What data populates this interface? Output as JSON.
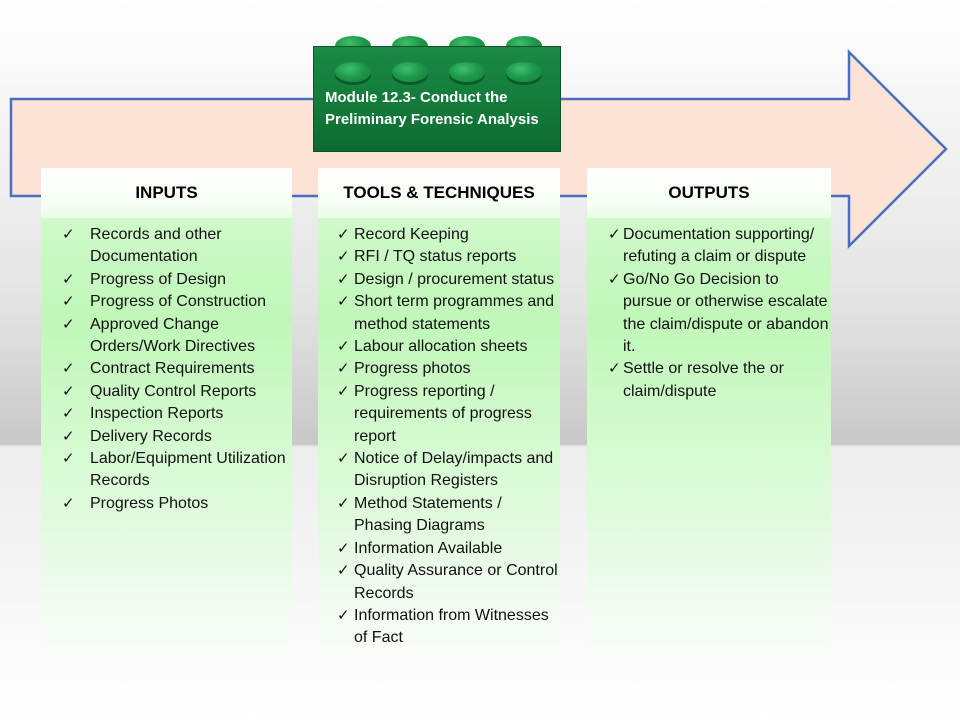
{
  "module": {
    "title": "Module 12.3- Conduct the Preliminary Forensic Analysis"
  },
  "colors": {
    "arrow_fill": "#fde3d5",
    "arrow_stroke": "#4a6fbe",
    "lego_green": "#13843e",
    "panel_green": "#c0f7b8"
  },
  "icons": {
    "check": "✓"
  },
  "panels": {
    "inputs": {
      "header": "INPUTS",
      "items": [
        "Records and other Documentation",
        "Progress of Design",
        "Progress of Construction",
        "Approved Change Orders/Work Directives",
        "Contract Requirements",
        "Quality Control Reports",
        "Inspection Reports",
        "Delivery Records",
        "Labor/Equipment Utilization Records",
        "Progress Photos"
      ]
    },
    "tools": {
      "header": "TOOLS & TECHNIQUES",
      "items": [
        "Record Keeping",
        "RFI / TQ status reports",
        "Design / procurement status",
        "Short term programmes and method statements",
        "Labour allocation sheets",
        "Progress photos",
        "Progress reporting / requirements of progress report",
        "Notice of Delay/impacts and Disruption Registers",
        "Method Statements / Phasing Diagrams",
        "Information Available",
        "Quality Assurance or Control Records",
        "Information from Witnesses of Fact"
      ]
    },
    "outputs": {
      "header": "OUTPUTS",
      "items": [
        "Documentation supporting/ refuting a claim or dispute",
        "Go/No Go Decision to pursue or otherwise escalate the claim/dispute or abandon it.",
        "Settle or resolve the or claim/dispute"
      ]
    }
  }
}
